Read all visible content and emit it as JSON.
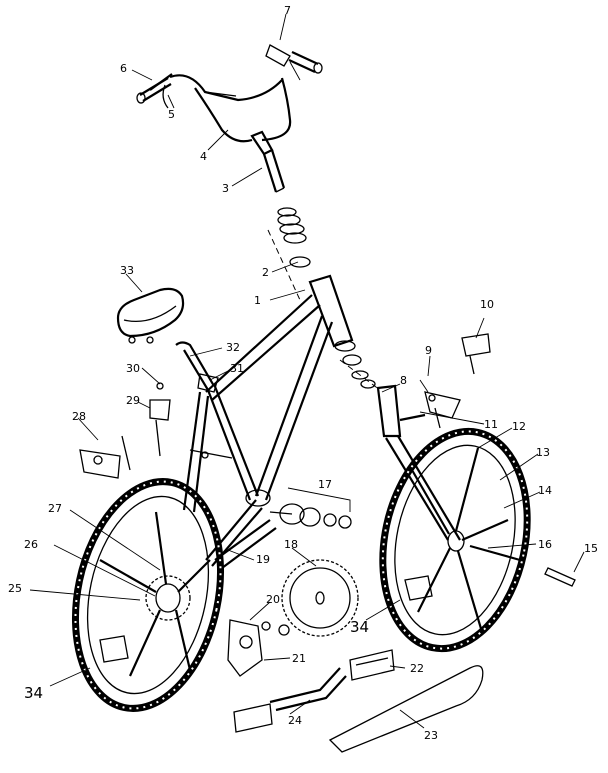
{
  "diagram": {
    "callouts": [
      {
        "id": "c1",
        "text": "1"
      },
      {
        "id": "c2",
        "text": "2"
      },
      {
        "id": "c3",
        "text": "3"
      },
      {
        "id": "c4",
        "text": "4"
      },
      {
        "id": "c5",
        "text": "5"
      },
      {
        "id": "c6",
        "text": "6"
      },
      {
        "id": "c7",
        "text": "7"
      },
      {
        "id": "c8",
        "text": "8"
      },
      {
        "id": "c9",
        "text": "9"
      },
      {
        "id": "c10",
        "text": "10"
      },
      {
        "id": "c11",
        "text": "11"
      },
      {
        "id": "c12",
        "text": "12"
      },
      {
        "id": "c13",
        "text": "13"
      },
      {
        "id": "c14",
        "text": "14"
      },
      {
        "id": "c15",
        "text": "15"
      },
      {
        "id": "c16",
        "text": "16"
      },
      {
        "id": "c17",
        "text": "17"
      },
      {
        "id": "c18",
        "text": "18"
      },
      {
        "id": "c19",
        "text": "19"
      },
      {
        "id": "c20",
        "text": "20"
      },
      {
        "id": "c21",
        "text": "21"
      },
      {
        "id": "c22",
        "text": "22"
      },
      {
        "id": "c23",
        "text": "23"
      },
      {
        "id": "c24",
        "text": "24"
      },
      {
        "id": "c25",
        "text": "25"
      },
      {
        "id": "c26",
        "text": "26"
      },
      {
        "id": "c27",
        "text": "27"
      },
      {
        "id": "c28",
        "text": "28"
      },
      {
        "id": "c29",
        "text": "29"
      },
      {
        "id": "c30",
        "text": "30"
      },
      {
        "id": "c31",
        "text": "31"
      },
      {
        "id": "c32",
        "text": "32"
      },
      {
        "id": "c33",
        "text": "33"
      },
      {
        "id": "c34a",
        "text": "34"
      },
      {
        "id": "c34b",
        "text": "34"
      }
    ]
  }
}
